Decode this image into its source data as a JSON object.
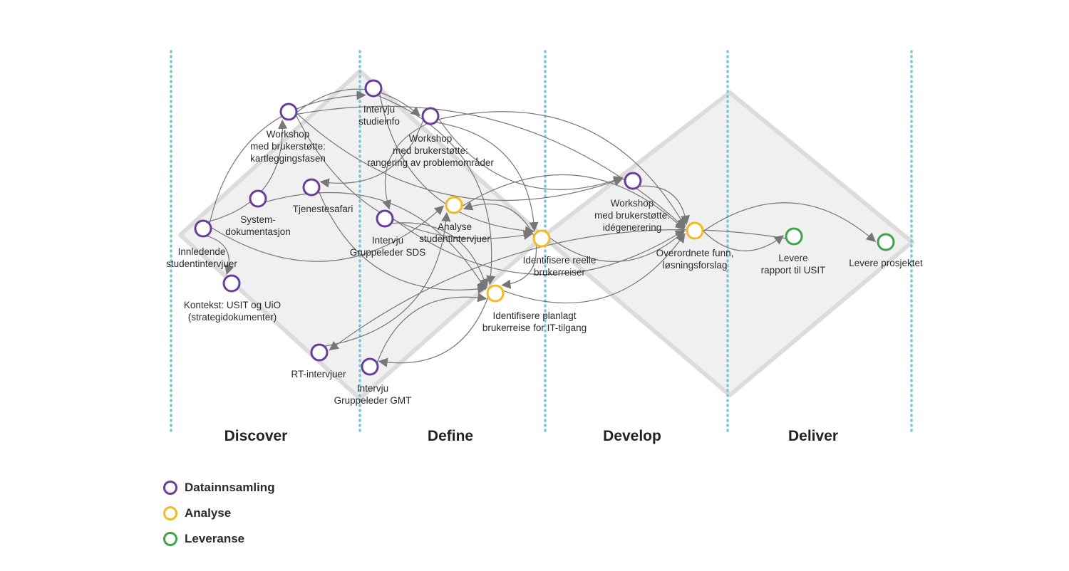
{
  "colors": {
    "datainnsamling": "#6a3d9a",
    "analyse": "#f5b922",
    "leveranse": "#3fa34d",
    "divider": "#7cc4d8",
    "diamond_fill": "#f0f0f0",
    "diamond_stroke": "#dcdcdc",
    "arrow": "#777777"
  },
  "phases": [
    {
      "id": "discover",
      "label": "Discover"
    },
    {
      "id": "define",
      "label": "Define"
    },
    {
      "id": "develop",
      "label": "Develop"
    },
    {
      "id": "deliver",
      "label": "Deliver"
    }
  ],
  "nodes": [
    {
      "id": "innledende",
      "type": "datainnsamling",
      "label": "Innledende\nstudentintervjuer"
    },
    {
      "id": "kontekst",
      "type": "datainnsamling",
      "label": "Kontekst: USIT og UiO\n(strategidokumenter)"
    },
    {
      "id": "system",
      "type": "datainnsamling",
      "label": "System-\ndokumentasjon"
    },
    {
      "id": "workshop_k",
      "type": "datainnsamling",
      "label": "Workshop\nmed brukerstøtte:\nkartleggingsfasen"
    },
    {
      "id": "tjeneste",
      "type": "datainnsamling",
      "label": "Tjenestesafari"
    },
    {
      "id": "rt",
      "type": "datainnsamling",
      "label": "RT-intervjuer"
    },
    {
      "id": "studieinfo",
      "type": "datainnsamling",
      "label": "Intervju\nstudieinfo"
    },
    {
      "id": "workshop_r",
      "type": "datainnsamling",
      "label": "Workshop\nmed brukerstøtte:\nrangering av problemområder"
    },
    {
      "id": "sds",
      "type": "datainnsamling",
      "label": "Intervju\nGruppeleder SDS"
    },
    {
      "id": "gmt",
      "type": "datainnsamling",
      "label": "Intervju\nGruppeleder GMT"
    },
    {
      "id": "analyse_si",
      "type": "analyse",
      "label": "Analyse\nstudentintervjuer"
    },
    {
      "id": "reelle",
      "type": "analyse",
      "label": "Identifisere reelle\nbrukerreiser"
    },
    {
      "id": "planlagt",
      "type": "analyse",
      "label": "Identifisere planlagt\nbrukerreise for IT-tilgang"
    },
    {
      "id": "workshop_i",
      "type": "datainnsamling",
      "label": "Workshop\nmed brukerstøtte:\nidégenerering"
    },
    {
      "id": "funn",
      "type": "analyse",
      "label": "Overordnete funn,\nløsningsforslag"
    },
    {
      "id": "rapport",
      "type": "leveranse",
      "label": "Levere\nrapport til USIT"
    },
    {
      "id": "prosjekt",
      "type": "leveranse",
      "label": "Levere prosjektet"
    }
  ],
  "edges": [
    [
      "innledende",
      "kontekst"
    ],
    [
      "innledende",
      "workshop_k"
    ],
    [
      "innledende",
      "studieinfo"
    ],
    [
      "innledende",
      "analyse_si"
    ],
    [
      "workshop_k",
      "workshop_r"
    ],
    [
      "workshop_k",
      "workshop_i"
    ],
    [
      "workshop_k",
      "funn"
    ],
    [
      "workshop_k",
      "reelle"
    ],
    [
      "workshop_r",
      "tjeneste"
    ],
    [
      "workshop_r",
      "sds"
    ],
    [
      "workshop_r",
      "reelle"
    ],
    [
      "workshop_r",
      "workshop_i"
    ],
    [
      "workshop_r",
      "funn"
    ],
    [
      "studieinfo",
      "reelle"
    ],
    [
      "studieinfo",
      "planlagt"
    ],
    [
      "tjeneste",
      "planlagt"
    ],
    [
      "system",
      "planlagt"
    ],
    [
      "sds",
      "funn"
    ],
    [
      "sds",
      "planlagt"
    ],
    [
      "rt",
      "analyse_si"
    ],
    [
      "gmt",
      "planlagt"
    ],
    [
      "reelle",
      "analyse_si"
    ],
    [
      "reelle",
      "planlagt"
    ],
    [
      "reelle",
      "funn"
    ],
    [
      "analyse_si",
      "funn"
    ],
    [
      "planlagt",
      "funn"
    ],
    [
      "workshop_i",
      "funn"
    ],
    [
      "funn",
      "rapport"
    ],
    [
      "funn",
      "prosjekt"
    ],
    [
      "rapport",
      "rt"
    ],
    [
      "planlagt",
      "gmt"
    ]
  ],
  "legend": [
    {
      "type": "datainnsamling",
      "label": "Datainnsamling"
    },
    {
      "type": "analyse",
      "label": "Analyse"
    },
    {
      "type": "leveranse",
      "label": "Leveranse"
    }
  ]
}
